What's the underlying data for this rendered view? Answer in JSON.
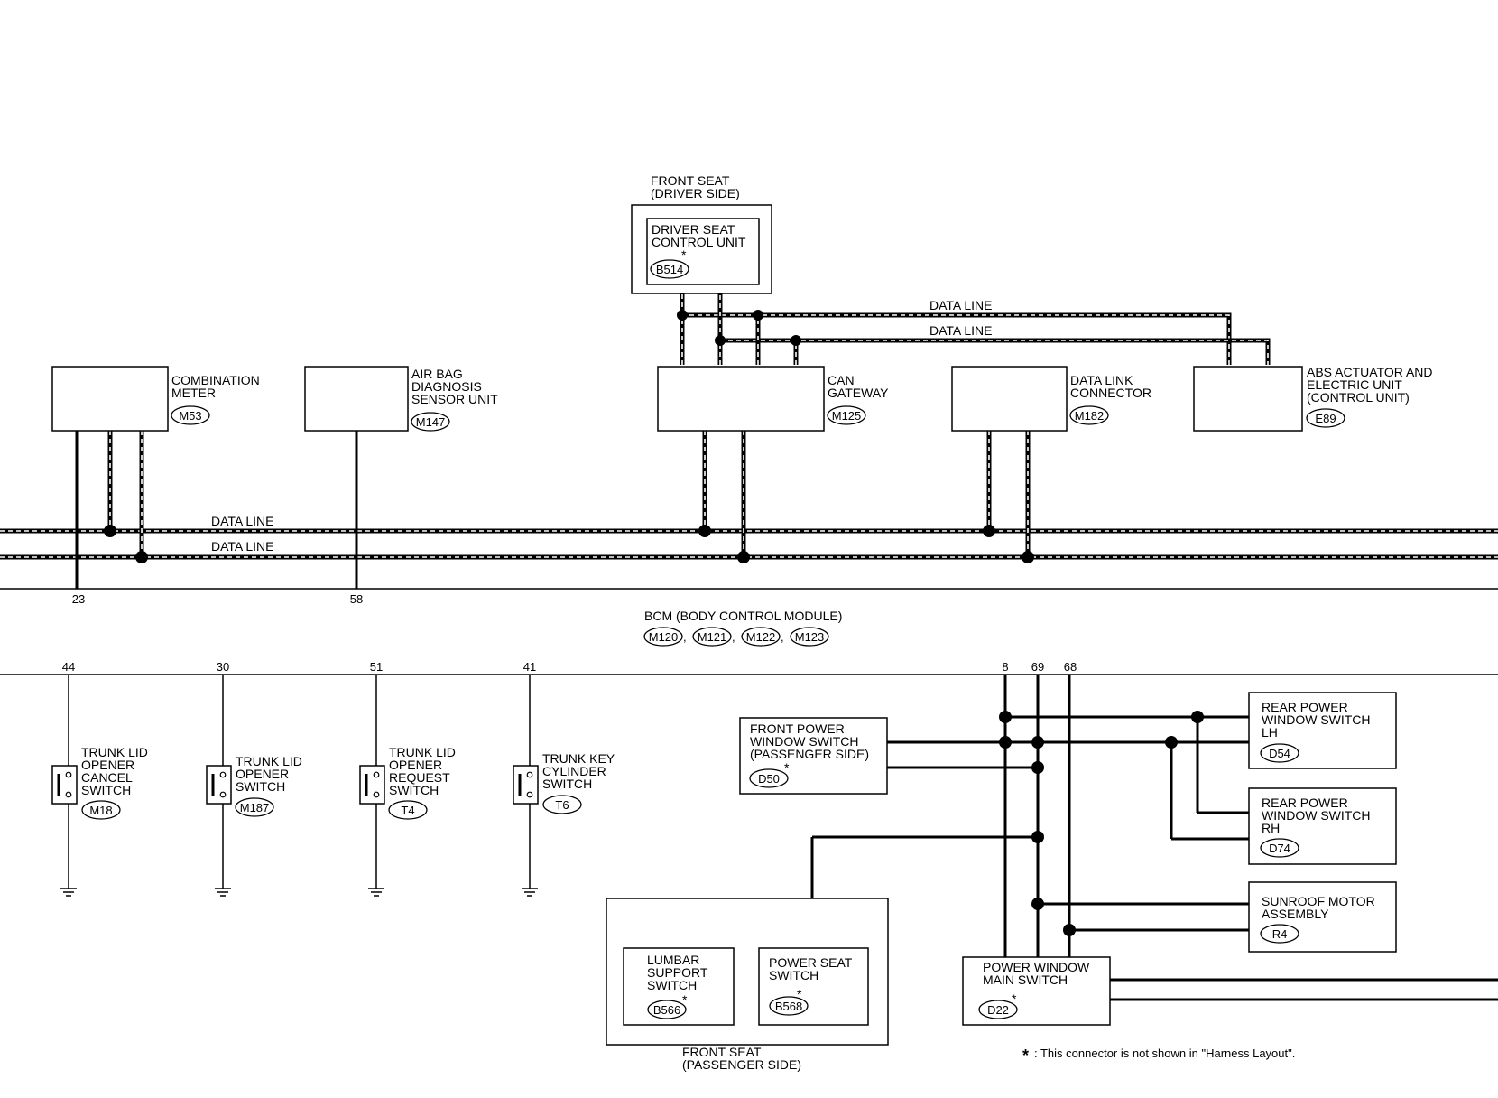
{
  "can_labels": [
    "DATA LINE",
    "DATA LINE",
    "DATA LINE",
    "DATA LINE"
  ],
  "modules": {
    "front_seat_driver": "FRONT SEAT|(DRIVER SIDE)",
    "driver_seat_unit": {
      "name": "DRIVER SEAT|CONTROL UNIT",
      "connector": "B514",
      "asterisk": "*"
    },
    "combination_meter": {
      "name": "COMBINATION|METER",
      "connector": "M53"
    },
    "air_bag": {
      "name": "AIR BAG|DIAGNOSIS|SENSOR UNIT",
      "connector": "M147"
    },
    "can_gateway": {
      "name": "CAN|GATEWAY",
      "connector": "M125"
    },
    "data_link": {
      "name": "DATA LINK|CONNECTOR",
      "connector": "M182"
    },
    "abs": {
      "name": "ABS ACTUATOR AND|ELECTRIC UNIT|(CONTROL UNIT)",
      "connector": "E89"
    },
    "bcm": {
      "name": "BCM (BODY CONTROL MODULE)",
      "connectors": [
        "M120",
        "M121",
        "M122",
        "M123"
      ],
      "separator": ","
    },
    "trunk_cancel": {
      "name": "TRUNK LID|OPENER|CANCEL|SWITCH",
      "connector": "M18"
    },
    "trunk_opener": {
      "name": "TRUNK LID|OPENER|SWITCH",
      "connector": "M187"
    },
    "trunk_request": {
      "name": "TRUNK LID|OPENER|REQUEST|SWITCH",
      "connector": "T4"
    },
    "trunk_key": {
      "name": "TRUNK KEY|CYLINDER|SWITCH",
      "connector": "T6"
    },
    "front_pw_pass": {
      "name": "FRONT POWER|WINDOW SWITCH|(PASSENGER SIDE)",
      "connector": "D50",
      "asterisk": "*"
    },
    "rear_pw_lh": {
      "name": "REAR POWER|WINDOW SWITCH|LH",
      "connector": "D54"
    },
    "rear_pw_rh": {
      "name": "REAR POWER|WINDOW SWITCH|RH",
      "connector": "D74"
    },
    "sunroof": {
      "name": "SUNROOF MOTOR|ASSEMBLY",
      "connector": "R4"
    },
    "lumbar": {
      "name": "LUMBAR|SUPPORT|SWITCH",
      "connector": "B566",
      "asterisk": "*"
    },
    "power_seat": {
      "name": "POWER SEAT|SWITCH",
      "connector": "B568",
      "asterisk": "*"
    },
    "front_seat_pass": "FRONT SEAT|(PASSENGER SIDE)",
    "pw_main": {
      "name": "POWER WINDOW|MAIN SWITCH",
      "connector": "D22",
      "asterisk": "*"
    }
  },
  "pins": {
    "p23": "23",
    "p58": "58",
    "p44": "44",
    "p30": "30",
    "p51": "51",
    "p41": "41",
    "p8": "8",
    "p69": "69",
    "p68": "68"
  },
  "footnote": {
    "star": "*",
    "text": ": This connector is not shown in \"Harness Layout\"."
  }
}
